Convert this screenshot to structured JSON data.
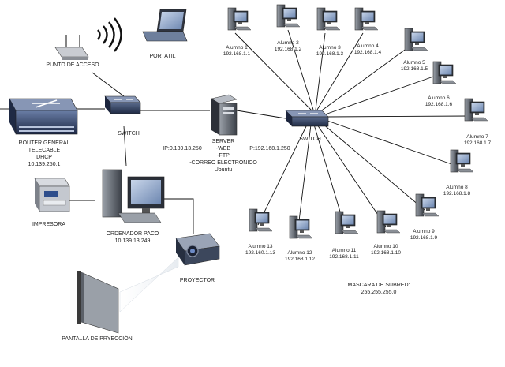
{
  "access_point": {
    "label": "PUNTO DE ACCESO"
  },
  "laptop": {
    "label": "PORTATIL"
  },
  "router": {
    "line1": "ROUTER GENERAL",
    "line2": "TELECABLE",
    "line3": "DHCP",
    "line4": "10.139.250.1"
  },
  "switch_left": {
    "label": "SWITCH"
  },
  "switch_right": {
    "label": "SWITCH"
  },
  "server": {
    "title": "SERVER",
    "svc1": "-WEB",
    "svc2": "-FTP",
    "svc3": "-CORREO ELECTRÓNICO",
    "os": "Ubuntu",
    "ip_left": "IP:0.139.13.250",
    "ip_right": "IP:192.168.1.250"
  },
  "printer": {
    "label": "IMPRESORA"
  },
  "pc_paco": {
    "line1": "ORDENADOR PACO",
    "line2": "10.139.13.249"
  },
  "projector": {
    "label": "PROYECTOR"
  },
  "screen": {
    "label": "PANTALLA DE PRYECCIÓN"
  },
  "subnet": {
    "line1": "MASCARA DE SUBRED:",
    "line2": "255.255.255.0"
  },
  "students": [
    {
      "name": "Alumno 1",
      "ip": "192.168.1.1"
    },
    {
      "name": "Alumno 2",
      "ip": "192.168.1.2"
    },
    {
      "name": "Alumno 3",
      "ip": "192.168.1.3"
    },
    {
      "name": "Alumno 4",
      "ip": "192.168.1.4"
    },
    {
      "name": "Alumno 5",
      "ip": "192.168.1.5"
    },
    {
      "name": "Alumno 6",
      "ip": "192.168.1.6"
    },
    {
      "name": "Alumno 7",
      "ip": "192.168.1.7"
    },
    {
      "name": "Alumno 8",
      "ip": "192.168.1.8"
    },
    {
      "name": "Alumno 9",
      "ip": "192.168.1.9"
    },
    {
      "name": "Alumno 10",
      "ip": "192.168.1.10"
    },
    {
      "name": "Alumno 11",
      "ip": "192.168.1.11"
    },
    {
      "name": "Alumno 12",
      "ip": "192.168.1.12"
    },
    {
      "name": "Alumno 13",
      "ip": "192.160.1.13"
    }
  ]
}
